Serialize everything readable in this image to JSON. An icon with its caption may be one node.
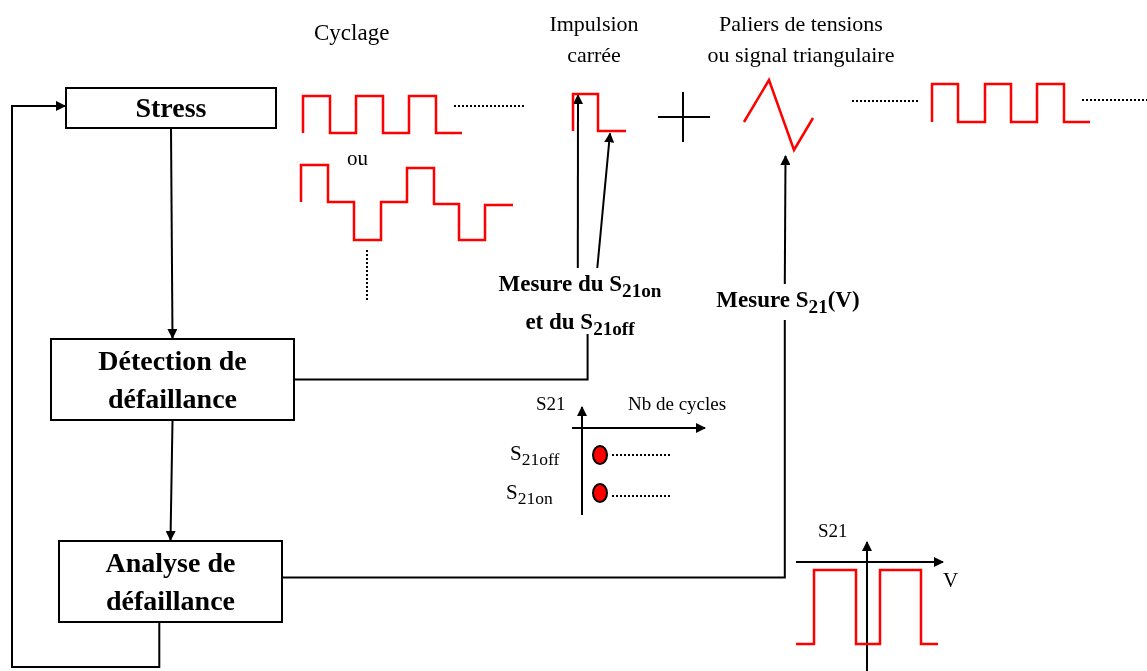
{
  "diagram": {
    "nodes": [
      {
        "text": [
          "Stress"
        ]
      },
      {
        "text": [
          "Détection de défaillance"
        ]
      },
      {
        "text": [
          "Analyse de défaillance"
        ]
      },
      {
        "text": [
          "Mesure du S$_{21on}$ et du S$_{21off}$"
        ]
      },
      {
        "text": [
          "Impulsion carrée"
        ]
      },
      {
        "text": [
          "Mesure S$_{21}$(V)"
        ]
      },
      {
        "text": [
          "Paliers de tensions ou signal triangulaire"
        ]
      }
    ],
    "edges": [
      {
        "from": 0,
        "to": 1,
        "arrow": "to"
      },
      {
        "from": 1,
        "to": 2,
        "arrow": "to"
      },
      {
        "from": 2,
        "to": 0,
        "arrow": "to"
      },
      {
        "from": 1,
        "to": 3,
        "arrow": "none"
      },
      {
        "from": 3,
        "to": 4,
        "arrow": "to"
      },
      {
        "from": 3,
        "to": 4,
        "arrow": "to"
      },
      {
        "from": 2,
        "to": 5,
        "arrow": "none"
      },
      {
        "from": 5,
        "to": 6,
        "arrow": "to"
      }
    ],
    "labels": [
      "Cyclage",
      "ou",
      "S21",
      "Nb de cycles",
      "S$_{21off}$",
      "S$_{21on}$",
      "S21",
      "V"
    ]
  }
}
